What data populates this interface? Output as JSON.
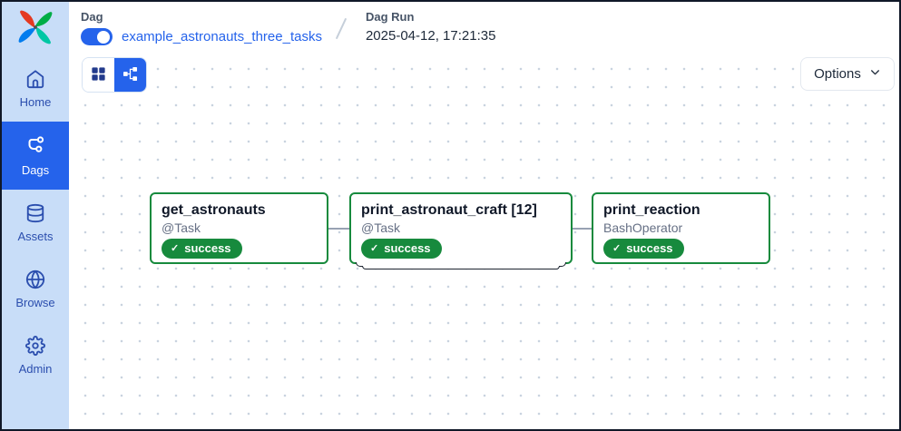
{
  "sidebar": {
    "items": [
      {
        "label": "Home",
        "icon": "home-icon",
        "active": false
      },
      {
        "label": "Dags",
        "icon": "dag-branch-icon",
        "active": true
      },
      {
        "label": "Assets",
        "icon": "database-icon",
        "active": false
      },
      {
        "label": "Browse",
        "icon": "globe-icon",
        "active": false
      },
      {
        "label": "Admin",
        "icon": "gear-icon",
        "active": false
      }
    ]
  },
  "header": {
    "dag_label": "Dag",
    "dag_name": "example_astronauts_three_tasks",
    "dag_toggle_on": true,
    "run_label": "Dag Run",
    "run_timestamp": "2025-04-12, 17:21:35"
  },
  "toolbar": {
    "view_buttons": [
      {
        "name": "grid-view",
        "selected": false
      },
      {
        "name": "graph-view",
        "selected": true
      }
    ],
    "options_label": "Options"
  },
  "graph": {
    "nodes": [
      {
        "id": "get_astronauts",
        "title": "get_astronauts",
        "operator": "@Task",
        "status": "success",
        "mapped": false
      },
      {
        "id": "print_astronaut_craft",
        "title": "print_astronaut_craft [12]",
        "operator": "@Task",
        "status": "success",
        "mapped": true
      },
      {
        "id": "print_reaction",
        "title": "print_reaction",
        "operator": "BashOperator",
        "status": "success",
        "mapped": false
      }
    ],
    "edges": [
      {
        "from": "get_astronauts",
        "to": "print_astronaut_craft"
      },
      {
        "from": "print_astronaut_craft",
        "to": "print_reaction"
      }
    ]
  },
  "colors": {
    "accent_blue": "#2563eb",
    "sidebar_bg": "#c8ddf8",
    "sidebar_text": "#2b4eae",
    "success_green": "#178a3d",
    "edge_gray": "#98a2b3"
  }
}
